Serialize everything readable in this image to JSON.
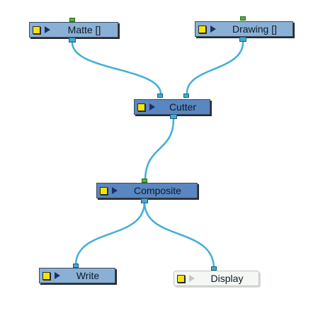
{
  "nodes": {
    "matte": {
      "label": "Matte []"
    },
    "drawing": {
      "label": "Drawing []"
    },
    "cutter": {
      "label": "Cutter"
    },
    "composite": {
      "label": "Composite"
    },
    "write": {
      "label": "Write"
    },
    "display": {
      "label": "Display"
    }
  },
  "icons": {
    "enable": "yellow-square-icon",
    "play": "triangle-arrow-icon"
  },
  "colors": {
    "wire": "#42aed8",
    "node": "#8ab0d6",
    "node_selected": "#5a86c2",
    "port": "#45a9d6",
    "port_green": "#4ab82f",
    "enable": "#f4e400"
  }
}
